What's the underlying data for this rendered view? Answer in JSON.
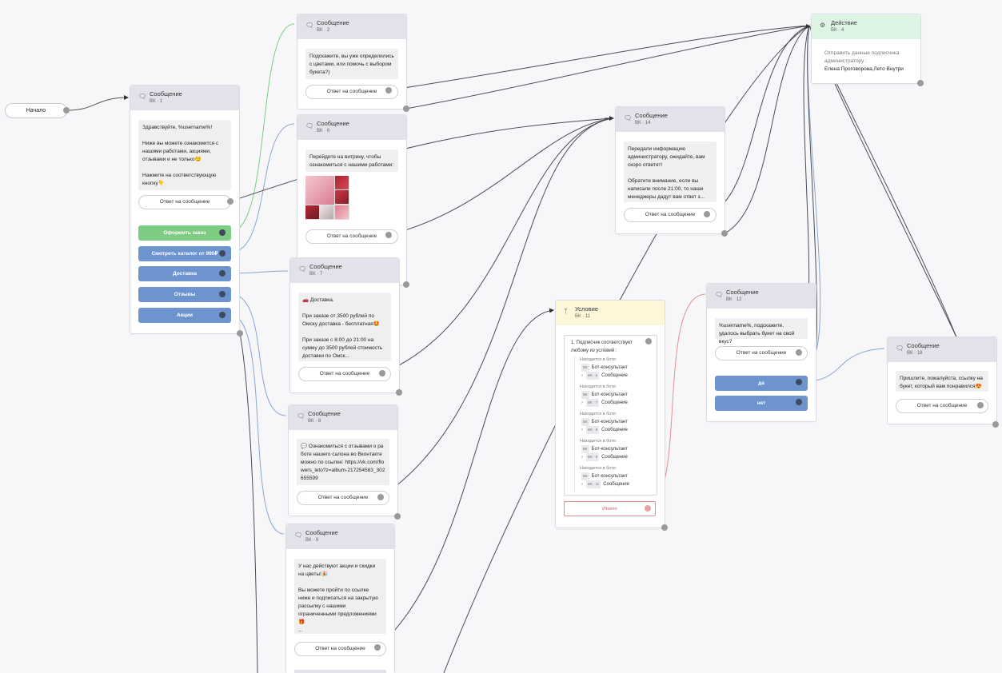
{
  "start": {
    "label": "Начало"
  },
  "common": {
    "reply_label": "Ответ на сообщение",
    "message_title": "Сообщение",
    "platform": "ВК"
  },
  "nodes": {
    "n1": {
      "title": "Сообщение",
      "sub": "ВК · 1",
      "text": "Здравствуйте, %username%!\n\nНиже вы можете ознакомится с нашими работами, акциями, отзывами и не только😏\n\nНажмите на соответствующую кнопку👇",
      "reply": "Ответ на сообщение",
      "buttons": [
        "Оформить заказ",
        "Смотреть каталог от 990₽",
        "Доставка",
        "Отзывы",
        "Акции"
      ]
    },
    "n2": {
      "title": "Сообщение",
      "sub": "ВК · 2",
      "text": "Подскажите, вы уже определились с цветами, или помочь с выбором букета?)",
      "reply": "Ответ на сообщение"
    },
    "n6": {
      "title": "Сообщение",
      "sub": "ВК · 6",
      "text": "Перейдите на витрину, чтобы ознакомиться с нашими работами:",
      "reply": "Ответ на сообщение"
    },
    "n7": {
      "title": "Сообщение",
      "sub": "ВК · 7",
      "text": "🚗 Доставка.\n\nПри заказе от 3500 рублей по Омску доставка - бесплатная🤩\n\nПри заказе с 8:00 до 21:00 на сумму до 3500 рублей стоимость доставки по Омск...",
      "reply": "Ответ на сообщение"
    },
    "n8": {
      "title": "Сообщение",
      "sub": "ВК · 8",
      "text": "💬 Ознакомиться с отзывами о работе нашего салона во Вконтакте можно по ссылке: https://vk.com/flowers_leto?z=album-217254583_302655599",
      "reply": "Ответ на сообщение"
    },
    "n9": {
      "title": "Сообщение",
      "sub": "ВК · 9",
      "text": "У нас действуют акции и скидки на цветы!🎉\n\nВы можете пройти по ссылке ниже и подписаться на закрытую рассылку с нашими ограниченными предложениями🎁\n...",
      "reply": "Ответ на сообщение"
    },
    "n14": {
      "title": "Сообщение",
      "sub": "ВК · 14",
      "text": "Передали информацию администратору, ожидайте, вам скоро ответят!\n\nОбратите внимание, если вы написали после 21:00, то наши менеджеры дадут вам ответ з...",
      "reply": "Ответ на сообщение"
    },
    "n4": {
      "title": "Действие",
      "sub": "ВК · 4",
      "label": "Отправить данные подписчика администратору :",
      "value": "Елена Проговорова,Лето Внутри"
    },
    "n11": {
      "title": "Условие",
      "sub": "ВК · 11",
      "condition": "1. Подписчик соответствует любому из условий :",
      "in_bot_label": "Находится в боте:",
      "bot_name": "Бот-консультант",
      "items": [
        {
          "chip1": "ВК",
          "chip2": "ВК · 6",
          "msg": "Сообщение"
        },
        {
          "chip1": "ВК",
          "chip2": "ВК · 7",
          "msg": "Сообщение"
        },
        {
          "chip1": "ВК",
          "chip2": "ВК · 8",
          "msg": "Сообщение"
        },
        {
          "chip1": "ВК",
          "chip2": "ВК · 9",
          "msg": "Сообщение"
        },
        {
          "chip1": "ВК",
          "chip2": "ВК · 11",
          "msg": "Сообщение"
        }
      ],
      "else": "Иначе"
    },
    "n12": {
      "title": "Сообщение",
      "sub": "ВК · 12",
      "text": "%username%, подскажите, удалось выбрать букет на свой вкус?",
      "reply": "Ответ на сообщение",
      "buttons": [
        "да",
        "нет"
      ]
    },
    "n18": {
      "title": "Сообщение",
      "sub": "ВК · 18",
      "text": "Пришлите, пожалуйста, ссылку на букет, который вам понравился😍",
      "reply": "Ответ на сообщение"
    }
  },
  "colors": {
    "green_button": "#7ccc82",
    "blue_button": "#6e94cf",
    "header": "#e2e3ea",
    "action_header": "#dff5e3",
    "condition_header": "#fdf6d8",
    "else_red": "#e28e94",
    "edge_dark": "#4a4d57",
    "edge_green": "#7ccc82",
    "edge_blue": "#8aa7cf",
    "edge_red": "#e28e94"
  },
  "icons": {
    "message": "speech-bubble-icon",
    "action": "gears-icon",
    "condition": "fork-icon"
  }
}
